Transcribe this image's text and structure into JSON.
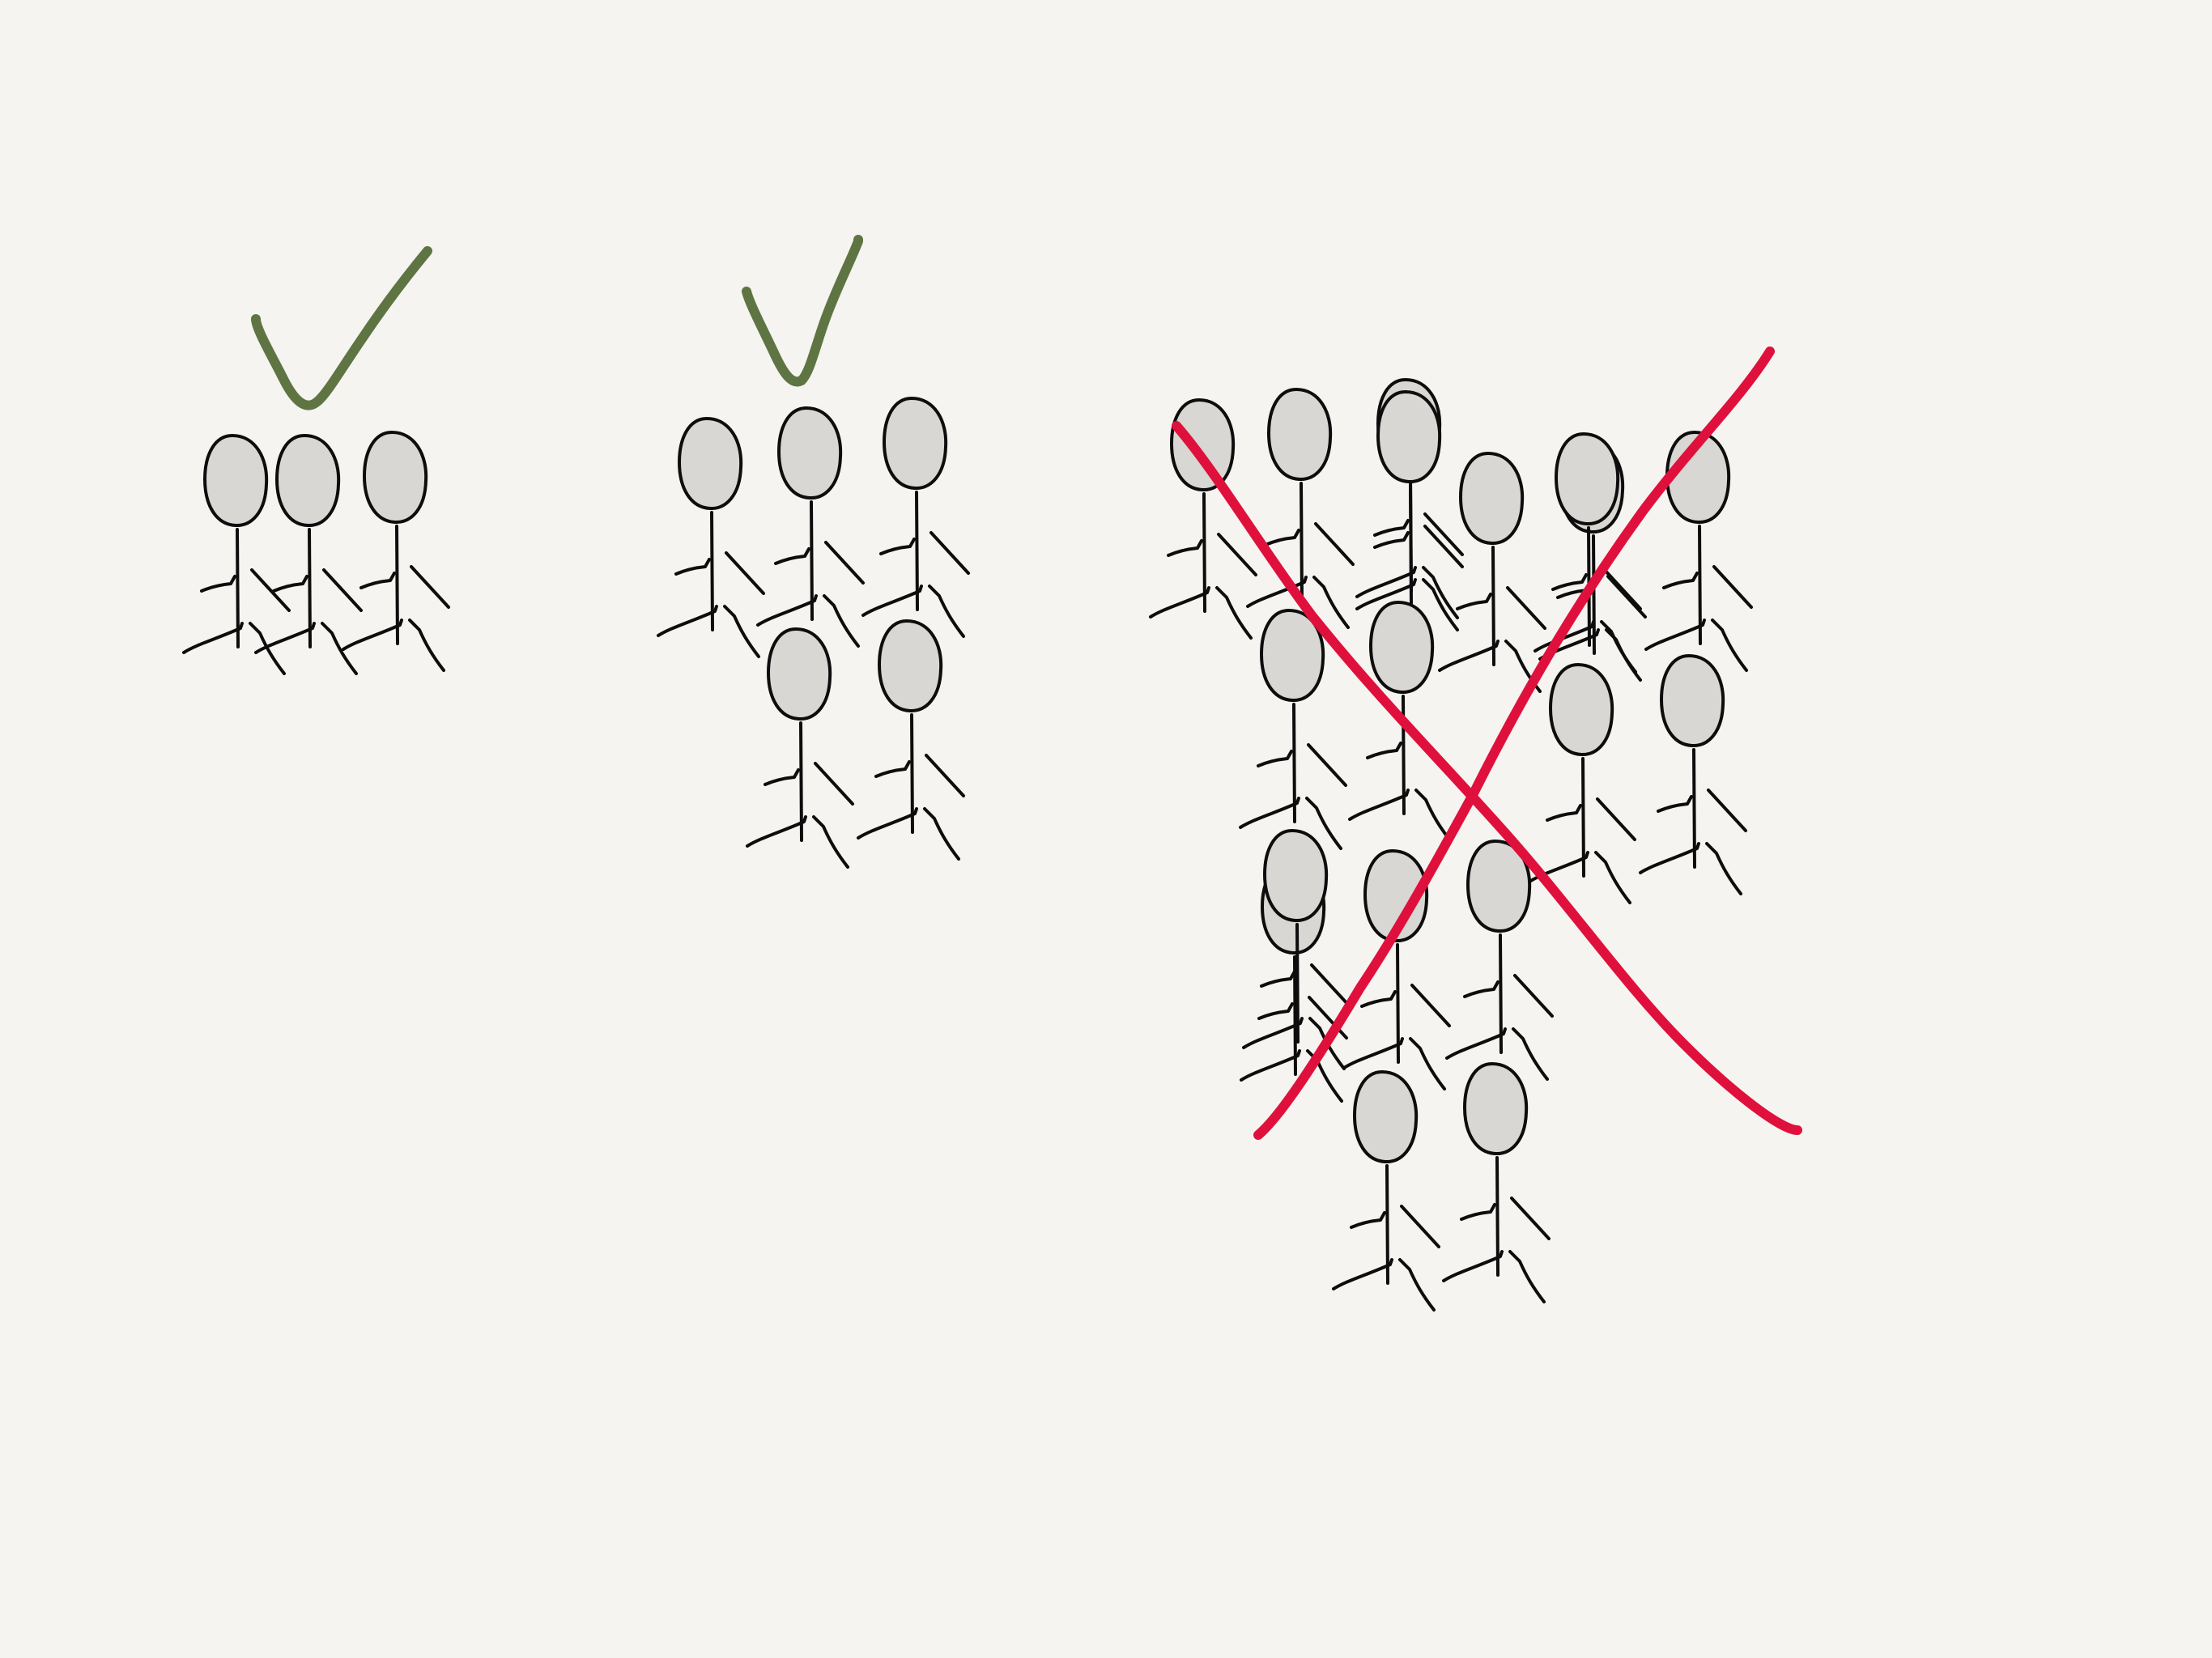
{
  "colors": {
    "background": "#f5f4f0",
    "figure_stroke": "#0d0d0d",
    "head_fill": "#d8d7d4",
    "check_mark": "#5e7543",
    "cross_mark": "#e0103c"
  },
  "groups": [
    {
      "name": "group-small",
      "people_count": 3,
      "verdict": "check",
      "verdict_icon": "check-mark-icon"
    },
    {
      "name": "group-medium",
      "people_count": 5,
      "verdict": "check",
      "verdict_icon": "check-mark-icon"
    },
    {
      "name": "group-large",
      "people_count": 18,
      "verdict": "cross",
      "verdict_icon": "cross-mark-icon"
    }
  ]
}
